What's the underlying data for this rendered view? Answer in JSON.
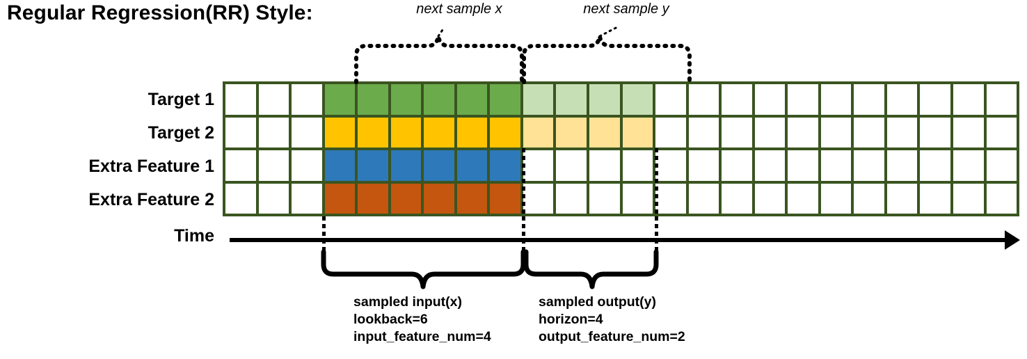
{
  "title": "Regular Regression(RR) Style:",
  "top_labels": {
    "next_sample_x": "next sample x",
    "next_sample_y": "next sample y"
  },
  "row_labels": [
    "Target 1",
    "Target 2",
    "Extra Feature 1",
    "Extra Feature 2"
  ],
  "time_axis": {
    "label": "Time"
  },
  "grid": {
    "columns": 24,
    "rows": 4,
    "border_color": "#3a5520",
    "input_start_col": 3,
    "input_end_col": 9,
    "output_start_col": 9,
    "output_end_col": 13,
    "palette": {
      "empty": "#ffffff",
      "target1_input": "#6cab4c",
      "target1_output": "#c6dfb4",
      "target2_input": "#ffc300",
      "target2_output": "#ffe295",
      "feature1_input": "#2e79b9",
      "feature2_input": "#c4560f"
    },
    "cells": [
      [
        "#ffffff",
        "#ffffff",
        "#ffffff",
        "#6cab4c",
        "#6cab4c",
        "#6cab4c",
        "#6cab4c",
        "#6cab4c",
        "#6cab4c",
        "#c6dfb4",
        "#c6dfb4",
        "#c6dfb4",
        "#c6dfb4",
        "#ffffff",
        "#ffffff",
        "#ffffff",
        "#ffffff",
        "#ffffff",
        "#ffffff",
        "#ffffff",
        "#ffffff",
        "#ffffff",
        "#ffffff",
        "#ffffff"
      ],
      [
        "#ffffff",
        "#ffffff",
        "#ffffff",
        "#ffc300",
        "#ffc300",
        "#ffc300",
        "#ffc300",
        "#ffc300",
        "#ffc300",
        "#ffe295",
        "#ffe295",
        "#ffe295",
        "#ffe295",
        "#ffffff",
        "#ffffff",
        "#ffffff",
        "#ffffff",
        "#ffffff",
        "#ffffff",
        "#ffffff",
        "#ffffff",
        "#ffffff",
        "#ffffff",
        "#ffffff"
      ],
      [
        "#ffffff",
        "#ffffff",
        "#ffffff",
        "#2e79b9",
        "#2e79b9",
        "#2e79b9",
        "#2e79b9",
        "#2e79b9",
        "#2e79b9",
        "#ffffff",
        "#ffffff",
        "#ffffff",
        "#ffffff",
        "#ffffff",
        "#ffffff",
        "#ffffff",
        "#ffffff",
        "#ffffff",
        "#ffffff",
        "#ffffff",
        "#ffffff",
        "#ffffff",
        "#ffffff",
        "#ffffff"
      ],
      [
        "#ffffff",
        "#ffffff",
        "#ffffff",
        "#c4560f",
        "#c4560f",
        "#c4560f",
        "#c4560f",
        "#c4560f",
        "#c4560f",
        "#ffffff",
        "#ffffff",
        "#ffffff",
        "#ffffff",
        "#ffffff",
        "#ffffff",
        "#ffffff",
        "#ffffff",
        "#ffffff",
        "#ffffff",
        "#ffffff",
        "#ffffff",
        "#ffffff",
        "#ffffff",
        "#ffffff"
      ]
    ]
  },
  "annotations": {
    "input": {
      "line1": "sampled input(x)",
      "line2": "lookback=6",
      "line3": "input_feature_num=4"
    },
    "output": {
      "line1": "sampled output(y)",
      "line2": "horizon=4",
      "line3": "output_feature_num=2"
    }
  }
}
